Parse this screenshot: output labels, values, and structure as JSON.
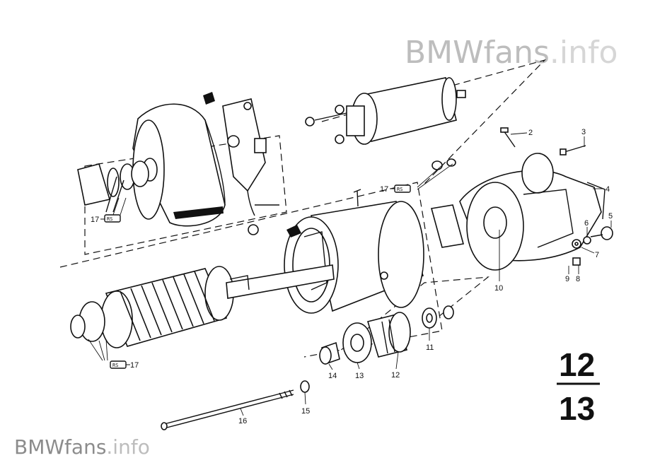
{
  "watermark": {
    "brand": "BMWfans",
    "suffix": ".info"
  },
  "footer_watermark": {
    "brand": "BMWfans",
    "suffix": ".info"
  },
  "page_fraction": {
    "numerator": "12",
    "denominator": "13"
  },
  "callouts": {
    "c2": "2",
    "c3": "3",
    "c4": "4",
    "c5": "5",
    "c6": "6",
    "c7": "7",
    "c8": "8",
    "c9": "9",
    "c10": "10",
    "c11": "11",
    "c12": "12",
    "c13": "13",
    "c14": "14",
    "c15": "15",
    "c16": "16",
    "c17a": "17",
    "c17b": "17",
    "c17c": "17"
  },
  "badge_label": "RS"
}
